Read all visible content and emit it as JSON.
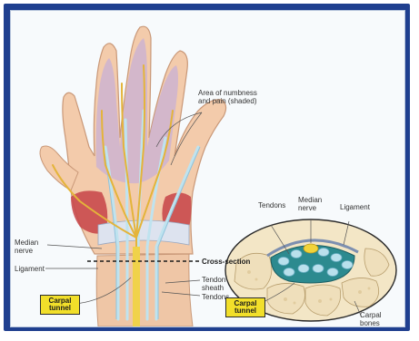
{
  "labels": {
    "area_numbness": "Area of numbness and pain (shaded)",
    "median_nerve": "Median nerve",
    "ligament": "Ligament",
    "cross_section": "Cross-section",
    "tendon_sheath": "Tendon sheath",
    "tendons": "Tendons",
    "carpal_tunnel": "Carpal tunnel",
    "inset_tendons": "Tendons",
    "inset_median_nerve": "Median nerve",
    "inset_ligament": "Ligament",
    "inset_carpal_tunnel": "Carpal tunnel",
    "carpal_bones": "Carpal bones"
  },
  "colors": {
    "frame": "#1f3f8f",
    "skin": "#f2c9a8",
    "numb_area": "#c9b3d6",
    "nerve": "#e8b839",
    "tendon": "#bfe3ef",
    "muscle": "#c8474a",
    "bone": "#f1e3c3",
    "label_tag": "#f2df2a"
  }
}
